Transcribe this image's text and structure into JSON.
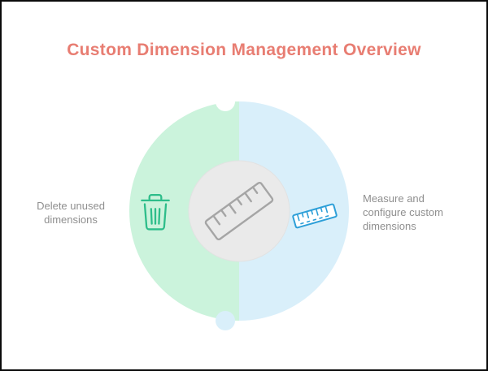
{
  "title": {
    "text": "Custom Dimension Management Overview",
    "color": "#e87d72"
  },
  "diagram": {
    "left_piece": {
      "color": "#cbf3dc",
      "icon": "trash-icon",
      "icon_color": "#2dbd8a",
      "label": {
        "lines": [
          "Delete unused",
          "dimensions"
        ]
      }
    },
    "right_piece": {
      "color": "#d9effa",
      "icon": "ruler-icon",
      "icon_color": "#2d9fd8",
      "label": {
        "lines": [
          "Measure and",
          "configure custom",
          "dimensions"
        ]
      }
    },
    "center": {
      "icon": "ruler-icon",
      "background": "#eaeaea",
      "icon_color": "#a5a5a5"
    },
    "label_text_color": "#8f8f8f"
  }
}
